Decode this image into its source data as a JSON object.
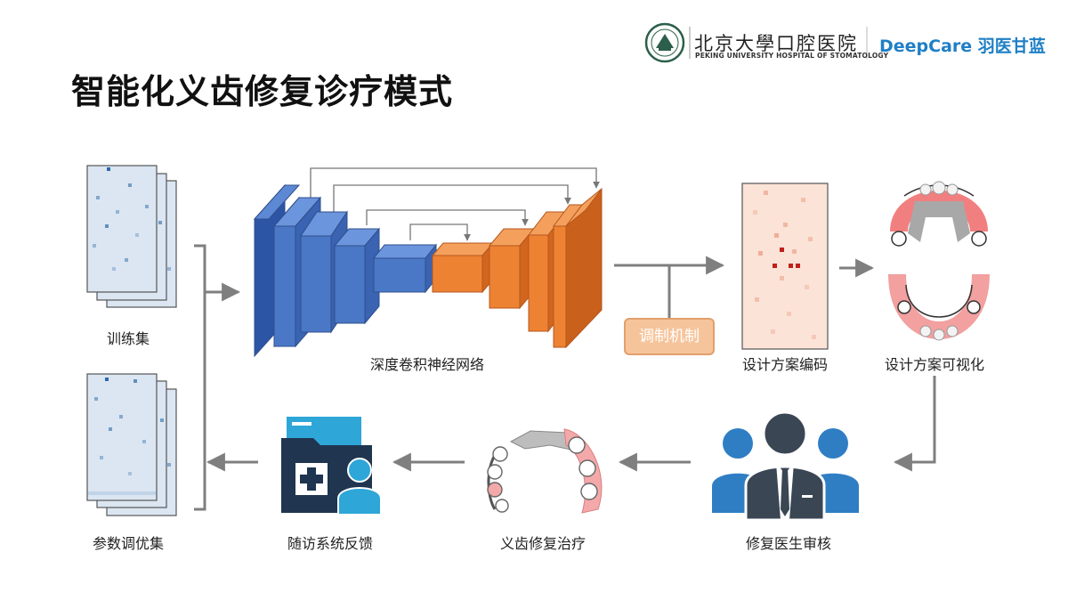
{
  "header": {
    "title": "智能化义齿修复诊疗模式",
    "institution_cn": "北京大學口腔医院",
    "institution_en": "PEKING UNIVERSITY HOSPITAL OF STOMATOLOGY",
    "brand": "DeepCare 羽医甘蓝"
  },
  "nodes": {
    "training_set": "训练集",
    "tuning_set": "参数调优集",
    "cnn": "深度卷积神经网络",
    "modulation": "调制机制",
    "design_encoding": "设计方案编码",
    "design_visualization": "设计方案可视化",
    "doctor_review": "修复医生审核",
    "denture_treatment": "义齿修复治疗",
    "follow_up": "随访系统反馈"
  },
  "colors": {
    "encoder_blue": "#4a78c6",
    "decoder_orange": "#ee8233",
    "arrow_gray": "#7f7f7f",
    "modulation_fill": "#f6c49b",
    "brand_blue": "#1f7fc6",
    "person_dark": "#3a4654",
    "person_blue": "#2f7ec4"
  }
}
